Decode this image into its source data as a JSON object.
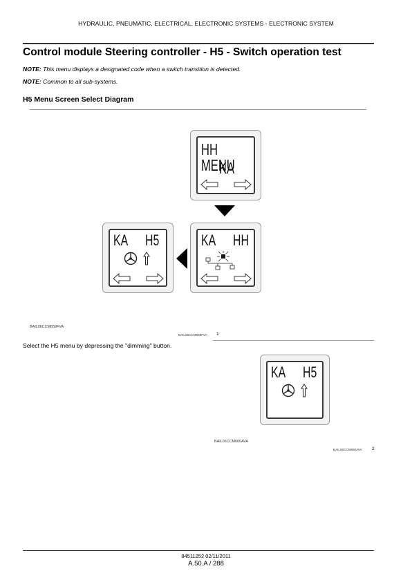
{
  "header": {
    "running_title": "HYDRAULIC, PNEUMATIC, ELECTRICAL, ELECTRONIC SYSTEMS - ELECTRONIC SYSTEM"
  },
  "page_title": "Control module Steering controller - H5 - Switch operation test",
  "notes": [
    {
      "label": "NOTE:",
      "text": " This menu displays a designated code when a switch transition is detected."
    },
    {
      "label": "NOTE:",
      "text": " Common to all sub-systems."
    }
  ],
  "section_title": "H5 Menu Screen Select Diagram",
  "figure1": {
    "screen_menu": {
      "line1": "HH MENU",
      "line2": "KA"
    },
    "screen_ka_hh": {
      "left": "KA",
      "right": "HH"
    },
    "screen_ka_h5": {
      "left": "KA",
      "right": "H5"
    },
    "caption_left": "BAIL06CCM659FVA",
    "caption_right": "BAIL06CCM659FVA",
    "number": "1"
  },
  "body_text": "Select the H5 menu by depressing the \"dimming\" button.",
  "figure2": {
    "screen": {
      "left": "KA",
      "right": "H5"
    },
    "caption": "BAIL06CCM660AVA",
    "caption_right": "BAIL06CCM660AVA",
    "number": "2"
  },
  "footer": {
    "code": "84511252 02/11/2011",
    "page": "A.50.A / 288"
  },
  "icons": [
    "arrow-left-icon",
    "arrow-right-icon",
    "steering-wheel-icon",
    "arrow-up-icon",
    "network-icon",
    "triangle-down-icon",
    "triangle-left-icon"
  ]
}
